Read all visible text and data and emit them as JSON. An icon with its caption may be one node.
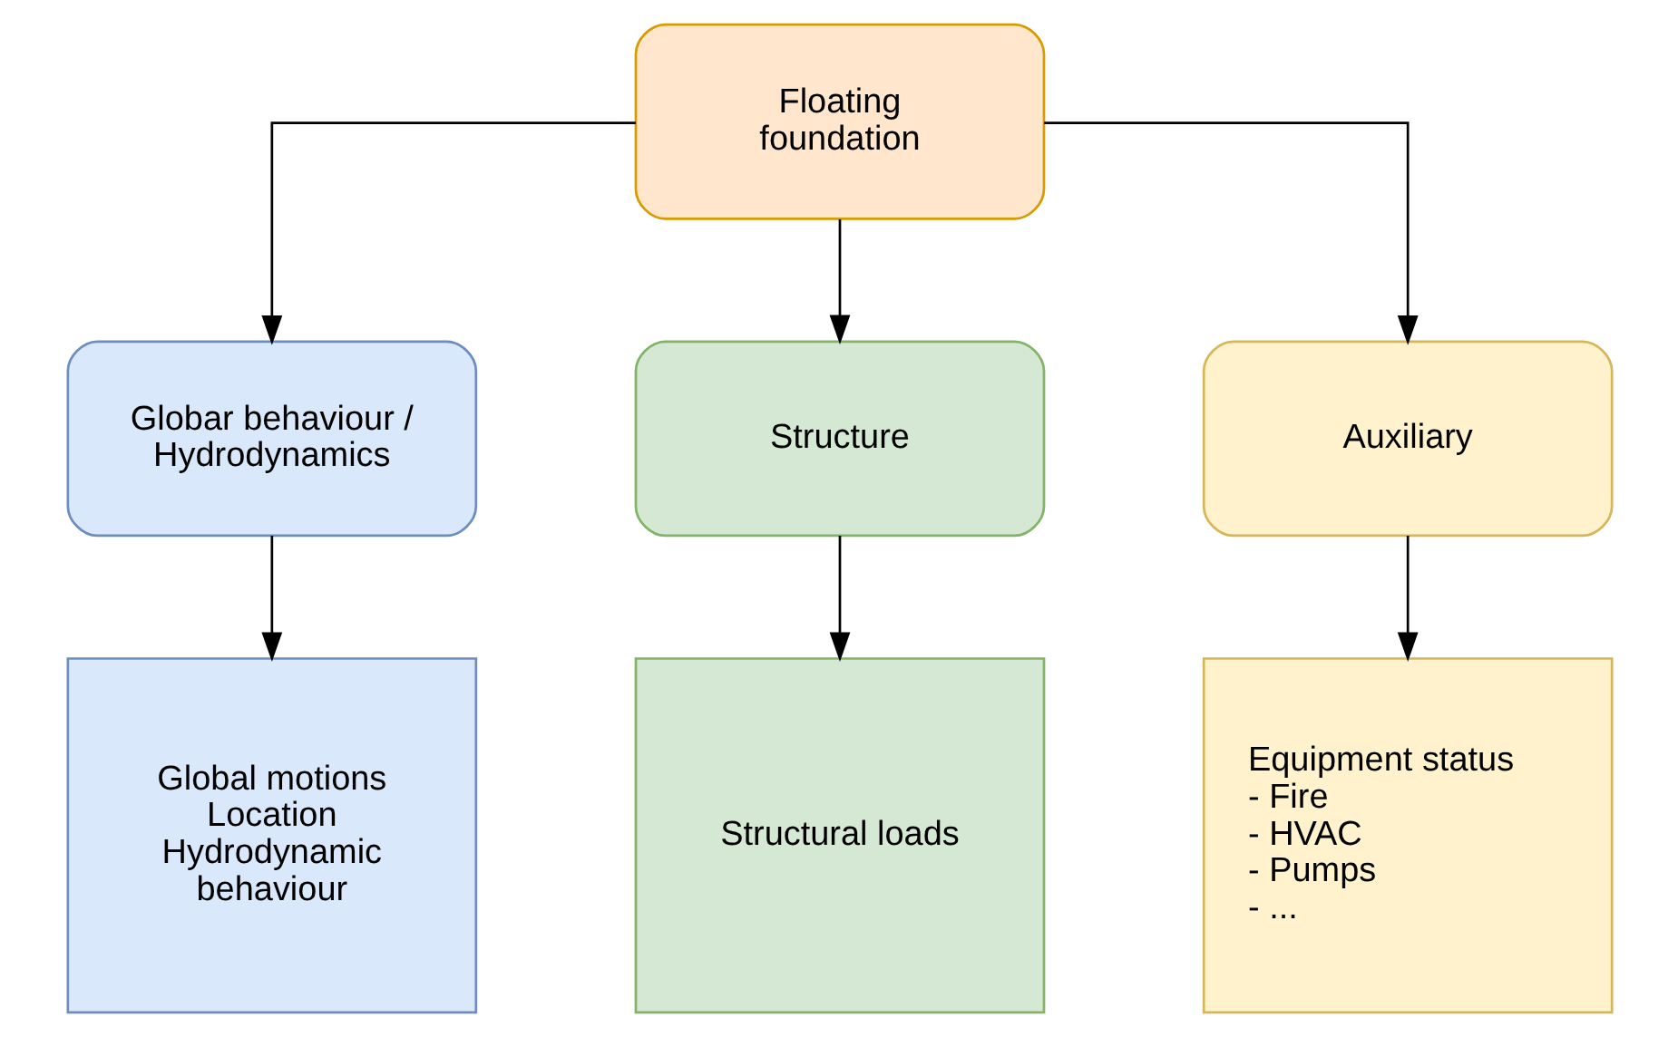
{
  "diagram": {
    "nodes": [
      {
        "text": [
          "Floating foundation"
        ]
      },
      {
        "text": [
          "Globar behaviour / Hydrodynamics"
        ]
      },
      {
        "text": [
          "Structure"
        ]
      },
      {
        "text": [
          "Auxiliary"
        ]
      },
      {
        "text": [
          "Global motions",
          "Location",
          "Hydrodynamic behaviour"
        ]
      },
      {
        "text": [
          "Structural loads"
        ]
      },
      {
        "text": [
          "Equipment status",
          "- Fire",
          "- HVAC",
          "- Pumps",
          "- ..."
        ]
      }
    ],
    "edges": [
      {
        "from": 0,
        "to": 1,
        "arrow": "to"
      },
      {
        "from": 0,
        "to": 2,
        "arrow": "to"
      },
      {
        "from": 0,
        "to": 3,
        "arrow": "to"
      },
      {
        "from": 1,
        "to": 4,
        "arrow": "to"
      },
      {
        "from": 2,
        "to": 5,
        "arrow": "to"
      },
      {
        "from": 3,
        "to": 6,
        "arrow": "to"
      }
    ]
  }
}
